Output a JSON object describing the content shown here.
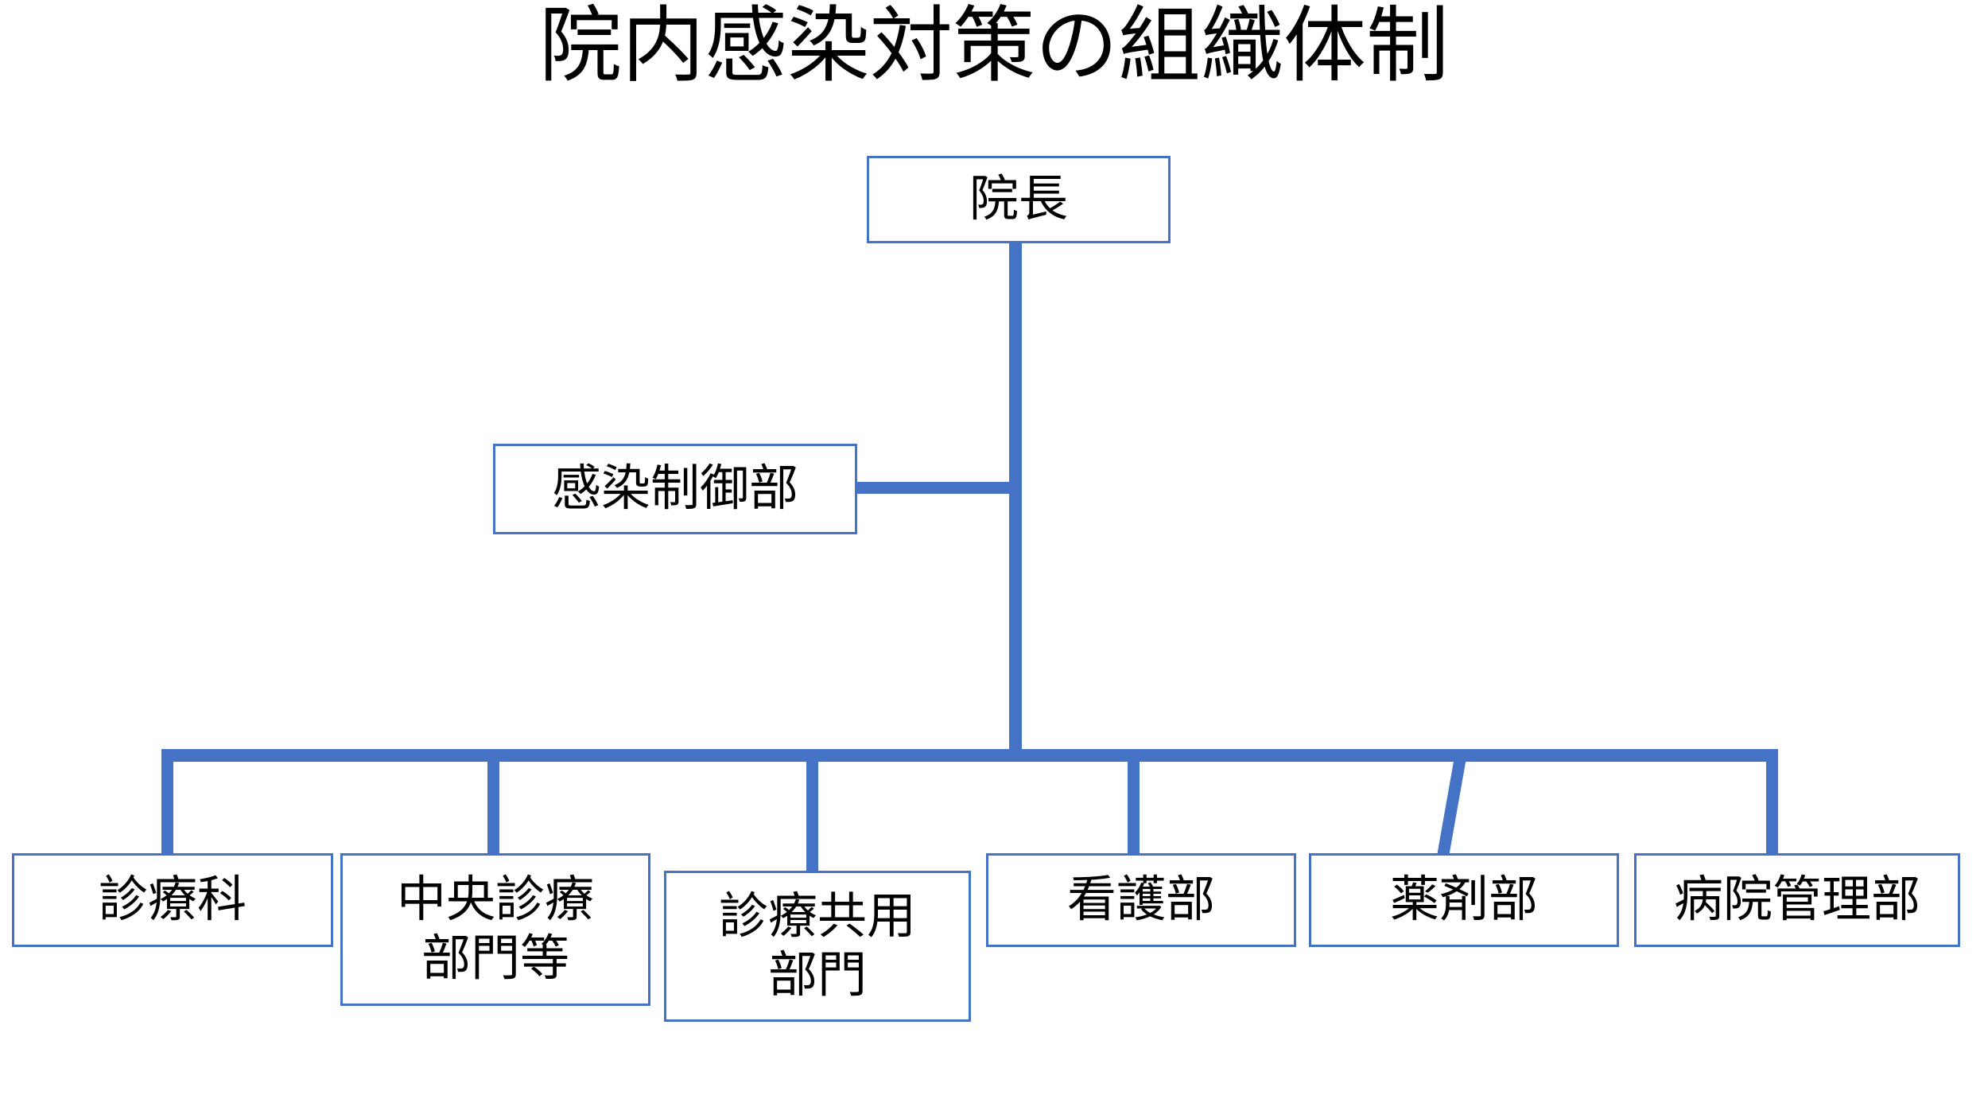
{
  "title": "院内感染対策の組織体制",
  "colors": {
    "connector": "#4472C4",
    "box_border": "#4472C4",
    "box_fill": "#FFFFFF",
    "text": "#000000",
    "background": "#FFFFFF"
  },
  "nodes": {
    "root": {
      "label": "院長"
    },
    "staff": {
      "label": "感染制御部"
    },
    "children": [
      {
        "label": "診療科"
      },
      {
        "label": "中央診療\n部門等"
      },
      {
        "label": "診療共用\n部門"
      },
      {
        "label": "看護部"
      },
      {
        "label": "薬剤部"
      },
      {
        "label": "病院管理部"
      }
    ]
  },
  "structure": {
    "type": "org-chart",
    "root": "院長",
    "staff_unit": "感染制御部",
    "child_count": 6,
    "children_labels": [
      "診療科",
      "中央診療部門等",
      "診療共用部門",
      "看護部",
      "薬剤部",
      "病院管理部"
    ]
  }
}
